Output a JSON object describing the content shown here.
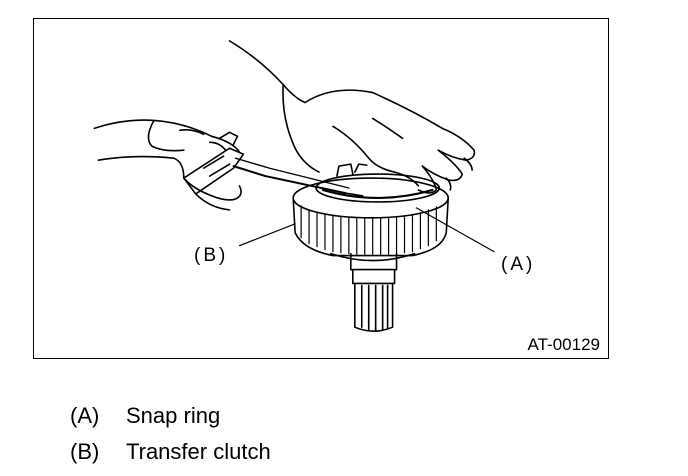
{
  "figure": {
    "code": "AT-00129",
    "callouts": [
      {
        "id": "B",
        "text": "(B)"
      },
      {
        "id": "A",
        "text": "(A)"
      }
    ]
  },
  "legend": [
    {
      "key": "(A)",
      "label": "Snap ring"
    },
    {
      "key": "(B)",
      "label": "Transfer clutch"
    }
  ]
}
